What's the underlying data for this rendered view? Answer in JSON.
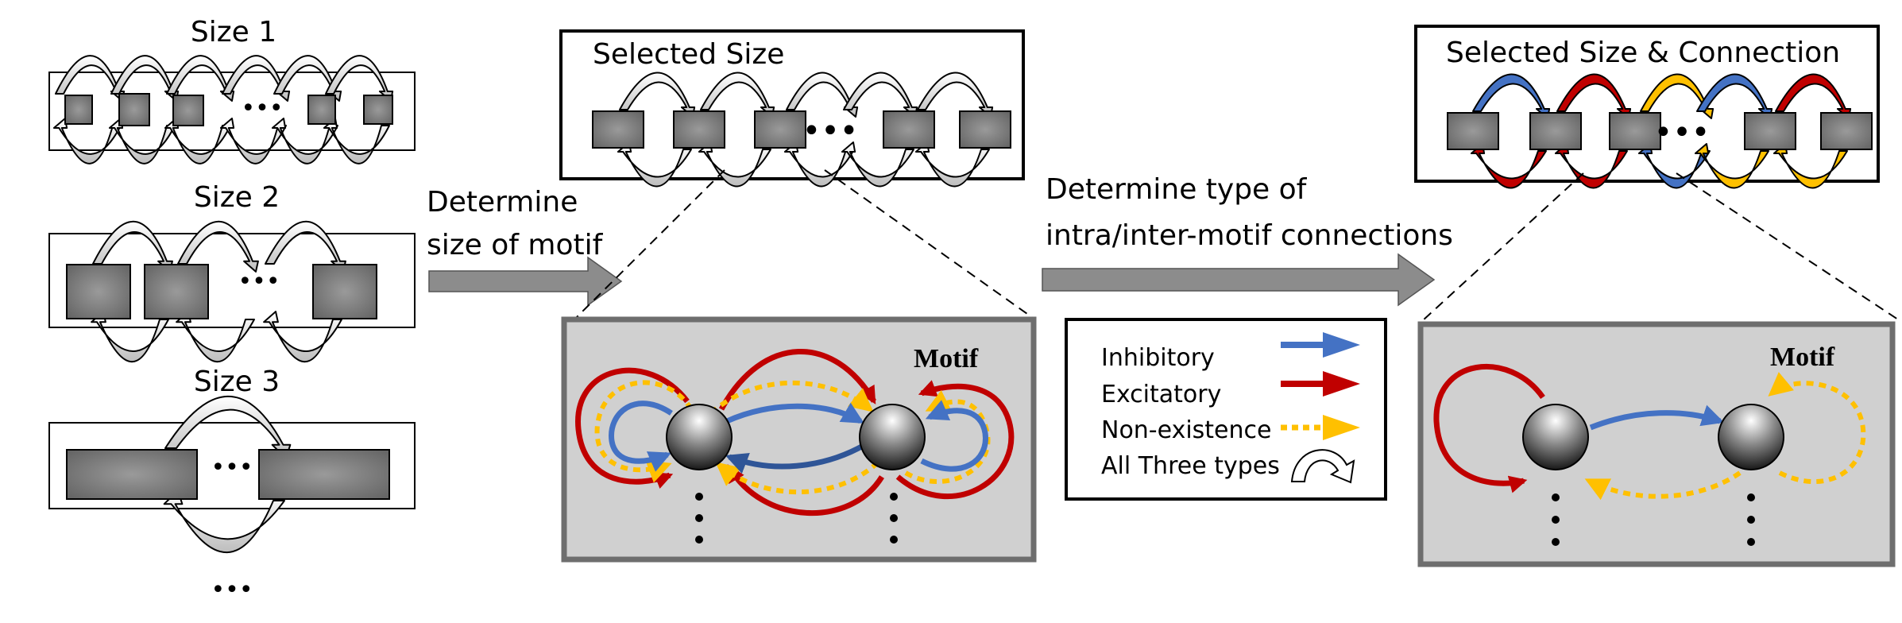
{
  "left_panel": {
    "size1_label": "Size 1",
    "size2_label": "Size 2",
    "size3_label": "Size 3",
    "ellipsis": "•••"
  },
  "step1": {
    "line1": "Determine",
    "line2": "size of motif"
  },
  "selected_size": {
    "title": "Selected Size",
    "ellipsis": "•••"
  },
  "motif_detail_1": {
    "title": "Motif"
  },
  "step2": {
    "line1": "Determine type of",
    "line2": "intra/inter-motif connections"
  },
  "legend": {
    "items": [
      {
        "label": "Inhibitory",
        "color": "#4472C4",
        "style": "solid-arrow"
      },
      {
        "label": "Excitatory",
        "color": "#C00000",
        "style": "solid-arrow"
      },
      {
        "label": "Non-existence",
        "color": "#FFC000",
        "style": "dotted-arrow"
      },
      {
        "label": "All Three types",
        "color": "#000000",
        "style": "curved-outline-arrow"
      }
    ]
  },
  "selected_size_connection": {
    "title": "Selected Size & Connection",
    "ellipsis": "•••"
  },
  "motif_detail_2": {
    "title": "Motif"
  },
  "colors": {
    "inhibitory": "#4472C4",
    "excitatory": "#C00000",
    "non_existence": "#FFC000",
    "panel_bg": "#D0D0D0",
    "panel_border": "#6E6E6E",
    "process_arrow": "#8C8C8C"
  }
}
